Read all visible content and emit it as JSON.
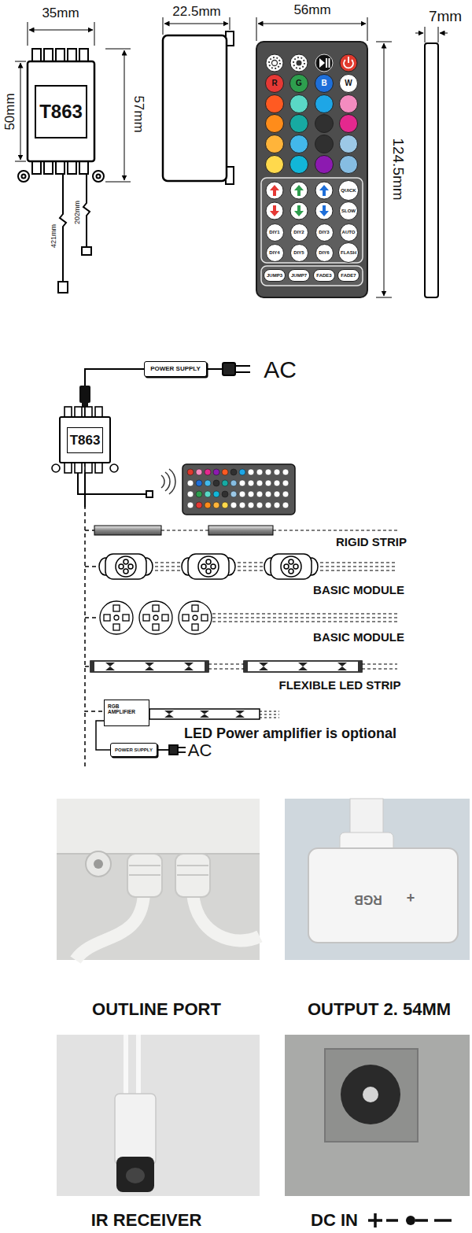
{
  "diagram": {
    "nodes": [
      {
        "text": [
          "T863"
        ]
      },
      {
        "text": [
          "R"
        ]
      },
      {
        "text": [
          "G"
        ]
      },
      {
        "text": [
          "B"
        ]
      },
      {
        "text": [
          "W"
        ]
      },
      {
        "text": [
          "QUICK"
        ]
      },
      {
        "text": [
          "SLOW"
        ]
      },
      {
        "text": [
          "DIY1"
        ]
      },
      {
        "text": [
          "DIY2"
        ]
      },
      {
        "text": [
          "DIY3"
        ]
      },
      {
        "text": [
          "AUTO"
        ]
      },
      {
        "text": [
          "DIY4"
        ]
      },
      {
        "text": [
          "DIY5"
        ]
      },
      {
        "text": [
          "DIY6"
        ]
      },
      {
        "text": [
          "FLASH"
        ]
      },
      {
        "text": [
          "JUMP3"
        ]
      },
      {
        "text": [
          "JUMP7"
        ]
      },
      {
        "text": [
          "FADE3"
        ]
      },
      {
        "text": [
          "FADE7"
        ]
      },
      {
        "text": [
          "POWER SUPPLY"
        ]
      },
      {
        "text": [
          "T863"
        ]
      },
      {
        "text": [
          "RGB AMPLIFIER"
        ]
      },
      {
        "text": [
          "POWER SUPPLY"
        ]
      }
    ],
    "edges": [
      {
        "from": 19,
        "to": 20,
        "arrow": "none"
      },
      {
        "from": 20,
        "to": 21,
        "arrow": "none"
      },
      {
        "from": 22,
        "to": 21,
        "arrow": "none"
      }
    ],
    "labels": [
      "35mm",
      "22.5mm",
      "56mm",
      "7mm",
      "50mm",
      "57mm",
      "124.5mm",
      "421mm",
      "202mm",
      "AC",
      "RIGID STRIP",
      "BASIC MODULE",
      "BASIC MODULE",
      "FLEXIBLE LED STRIP",
      "LED Power amplifier is optional",
      "AC",
      "RGB",
      "+",
      "OUTLINE PORT",
      "OUTPUT 2. 54MM",
      "IR RECEIVER",
      "DC IN"
    ]
  }
}
